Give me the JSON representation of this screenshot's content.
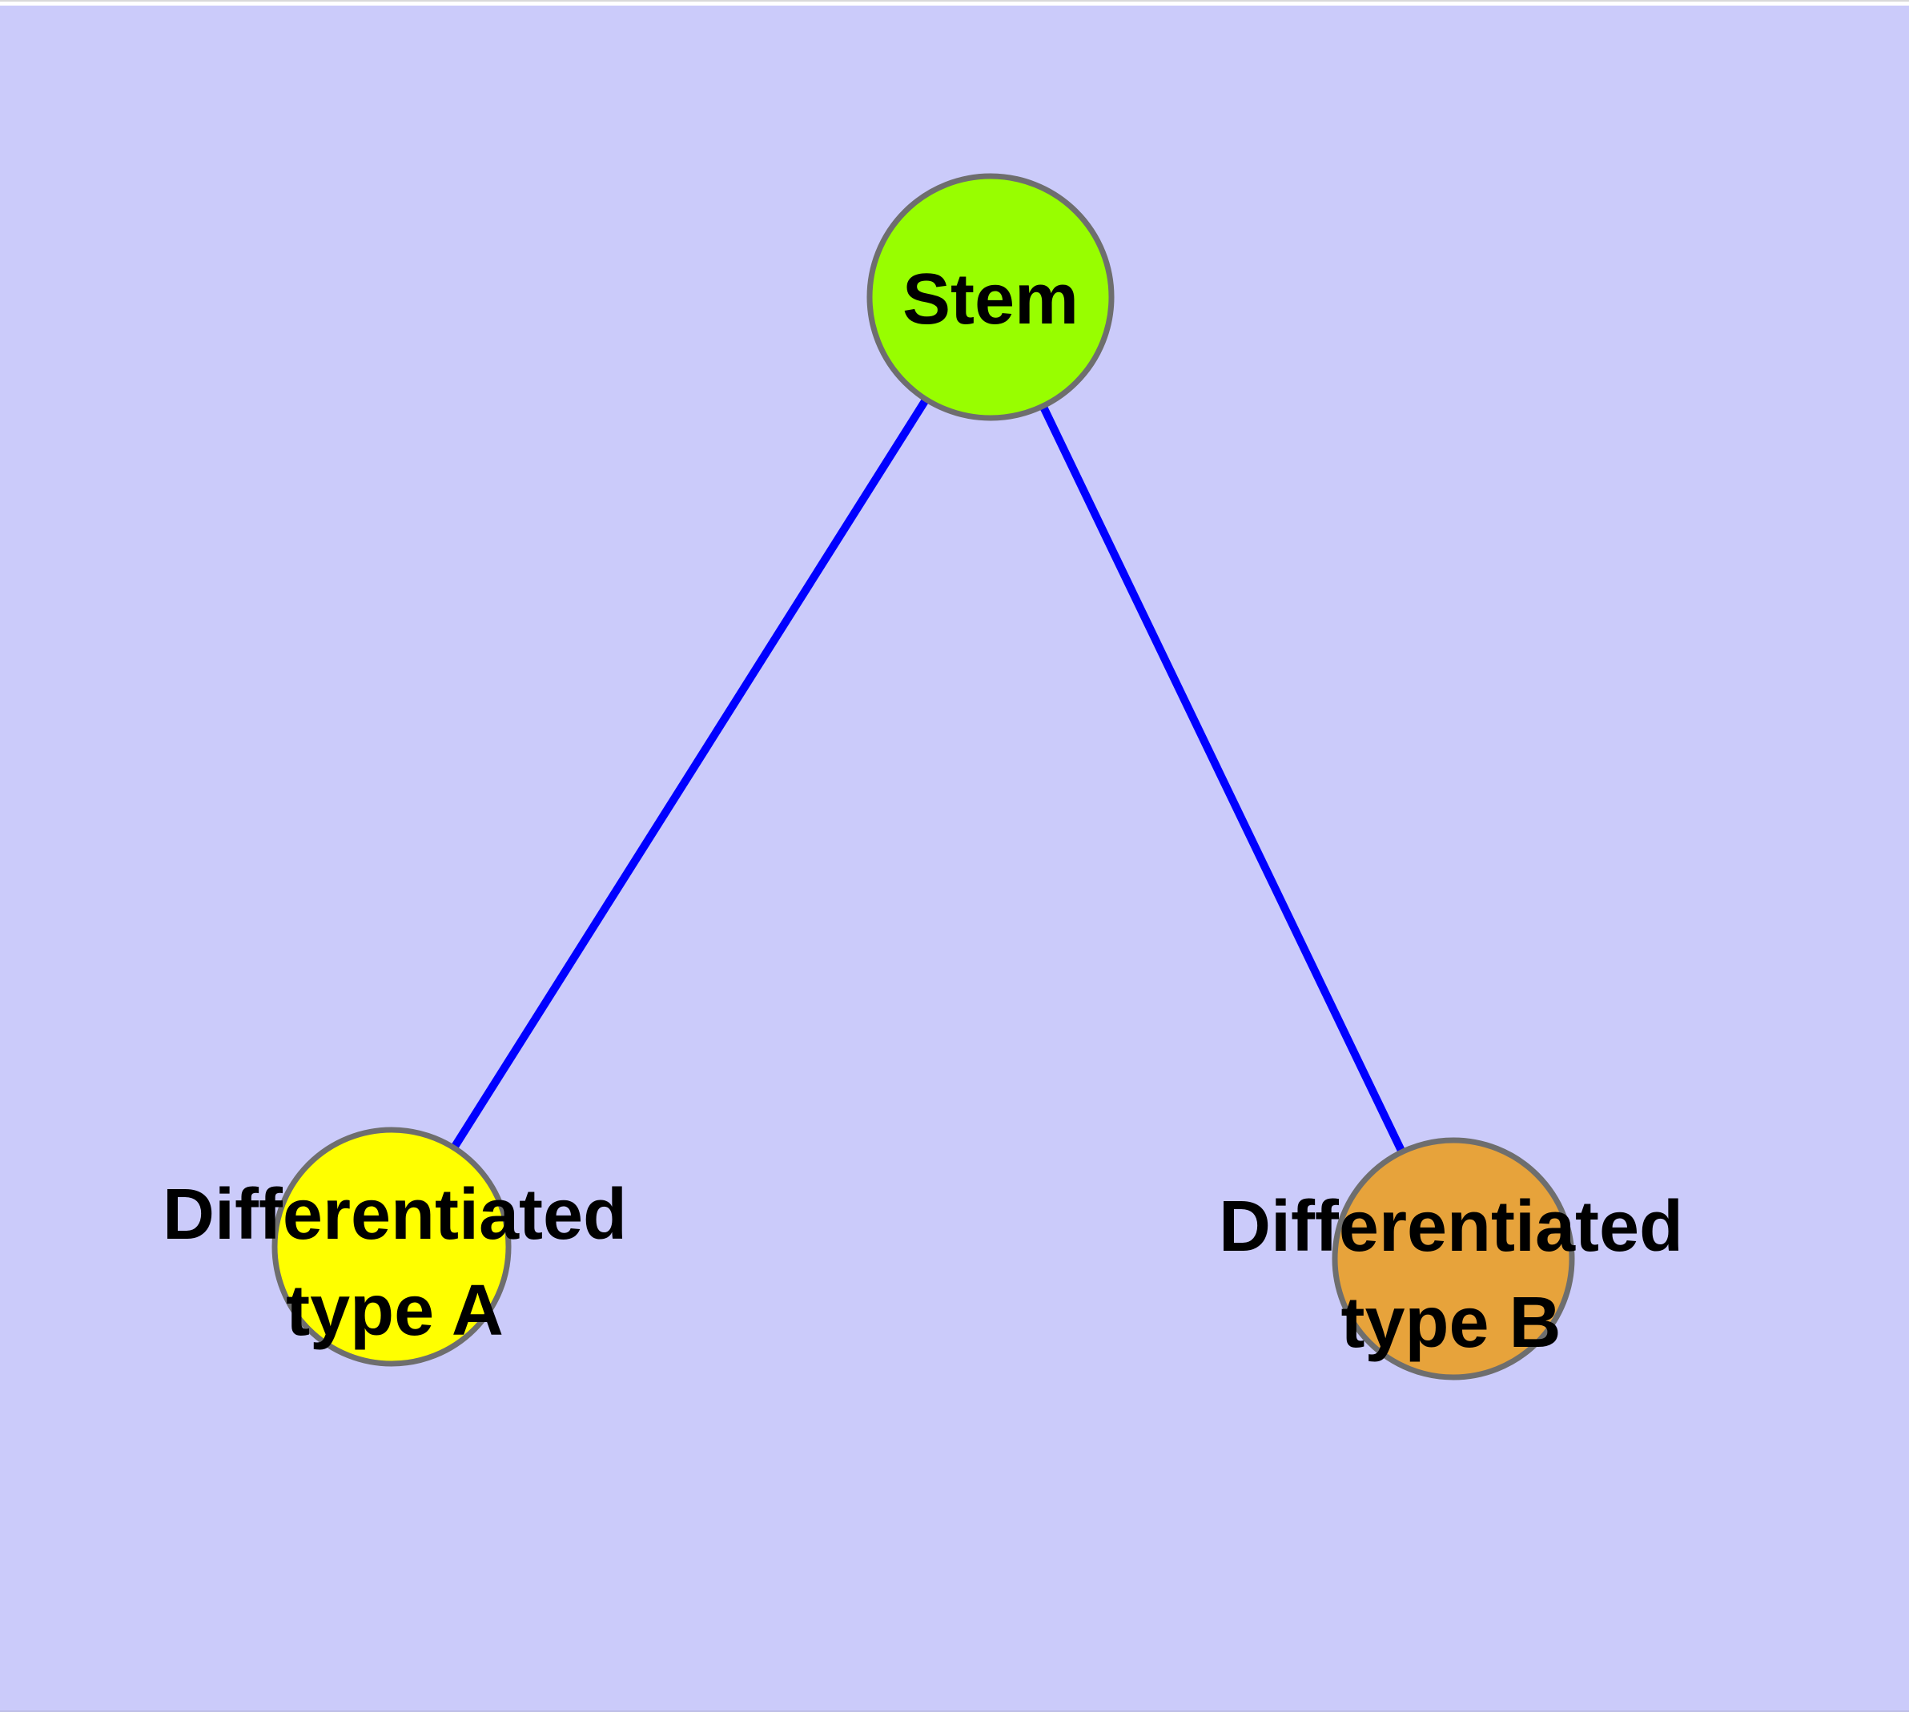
{
  "diagram": {
    "background_color": "#CBCBFA",
    "edge_color": "#0000FF",
    "node_border_color": "#6E6E6E",
    "label_color": "#000000",
    "window": {
      "top_strip_color": "#FFFFFF",
      "top_edge_color": "#D9D9D9",
      "bottom_edge_color": "#BEBEE6"
    },
    "nodes": {
      "stem": {
        "label": "Stem",
        "fill": "#98FE00"
      },
      "type_a": {
        "label_line1": "Differentiated",
        "label_line2": "type A",
        "fill": "#FFFF00"
      },
      "type_b": {
        "label_line1": "Differentiated",
        "label_line2": "type B",
        "fill": "#E7A33B"
      }
    },
    "edges": [
      {
        "from": "Stem",
        "to": "Differentiated type A"
      },
      {
        "from": "Stem",
        "to": "Differentiated type B"
      }
    ]
  }
}
